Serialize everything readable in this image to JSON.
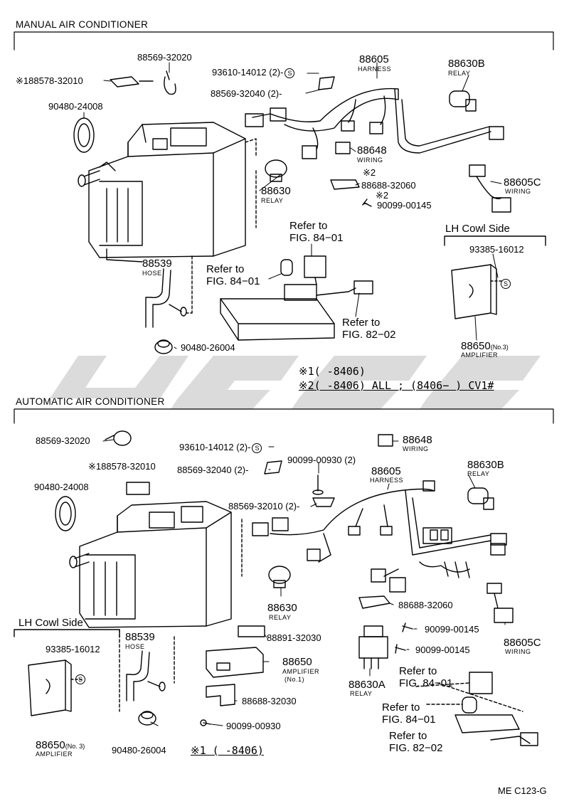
{
  "sections": {
    "manual_title": "MANUAL AIR CONDITIONER",
    "auto_title": "AUTOMATIC AIR CONDITIONER"
  },
  "manual": {
    "p_188578": "※188578-32010",
    "p_88569_32020": "88569-32020",
    "p_93610": "93610-14012 (2)-",
    "p_88569_32040": "88569-32040 (2)-",
    "p_88605": "88605",
    "p_88605_sub": "HARNESS",
    "p_88630B": "88630B",
    "p_88630B_sub": "RELAY",
    "p_90480_24008": "90480-24008",
    "p_88648": "88648",
    "p_88648_sub": "WIRING",
    "p_88688_mark": "※2",
    "p_88688": "88688-32060",
    "p_90099_mark": "※2",
    "p_90099": "90099-00145",
    "p_88605C": "88605C",
    "p_88605C_sub": "WIRING",
    "p_88630": "88630",
    "p_88630_sub": "RELAY",
    "ref_84_a1": "Refer to",
    "ref_84_a2": "FIG. 84−01",
    "lh_cowl": "LH Cowl Side",
    "p_93385": "93385-16012",
    "p_88539": "88539",
    "p_88539_sub": "HOSE",
    "ref_84_b1": "Refer to",
    "ref_84_b2": "FIG. 84−01",
    "ref_82_1": "Refer to",
    "ref_82_2": "FIG. 82−02",
    "p_90480_26004": "90480-26004",
    "p_88650": "88650",
    "p_88650_no": "(No.3)",
    "p_88650_sub": "AMPLIFIER",
    "note1": "※1(      -8406)",
    "note2": "※2(      -8406) ALL ; (8406−       ) CV1#"
  },
  "auto": {
    "p_88569_32020": "88569-32020",
    "p_93610": "93610-14012 (2)-",
    "p_88648": "88648",
    "p_88648_sub": "WIRING",
    "p_188578": "※188578-32010",
    "p_88569_32040": "88569-32040 (2)-",
    "p_90099_00930_2": "90099-00930 (2)",
    "p_88605": "88605",
    "p_88605_sub": "HARNESS",
    "p_88630B": "88630B",
    "p_88630B_sub": "RELAY",
    "p_90480_24008": "90480-24008",
    "p_88569_32010": "88569-32010 (2)-",
    "p_88630": "88630",
    "p_88630_sub": "RELAY",
    "p_88688_32060": "88688-32060",
    "lh_cowl": "LH Cowl Side",
    "p_88539": "88539",
    "p_88539_sub": "HOSE",
    "p_88891": "88891-32030",
    "p_90099_00145": "90099-00145",
    "p_88605C": "88605C",
    "p_88605C_sub": "WIRING",
    "p_93385": "93385-16012",
    "p_90099_00145b": "90099-00145",
    "p_88650": "88650",
    "p_88650_sub": "AMPLIFIER",
    "p_88650_no": "(No.1)",
    "p_88630A": "88630A",
    "p_88630A_sub": "RELAY",
    "ref_84_a1": "Refer to",
    "ref_84_a2": "FIG. 84−01",
    "p_88688_32030": "88688-32030",
    "ref_84_b1": "Refer to",
    "ref_84_b2": "FIG. 84−01",
    "p_88650b": "88650",
    "p_88650b_no": "(No. 3)",
    "p_88650b_sub": "AMPLIFIER",
    "p_90099_00930": "90099-00930",
    "ref_82_1": "Refer to",
    "ref_82_2": "FIG. 82−02",
    "p_90480_26004": "90480-26004",
    "note1": "※1  (      -8406)"
  },
  "s_mark": "S",
  "footer_code": "ME C123-G"
}
